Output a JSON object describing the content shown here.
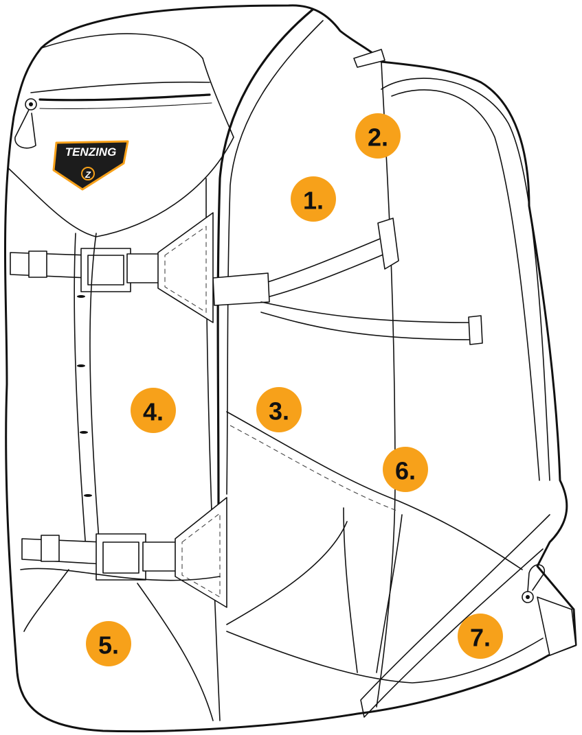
{
  "brand": {
    "logo_text": "TENZING",
    "logo_mark": "Z",
    "logo_fill": "#1c1c1c",
    "logo_border": "#f7a11a"
  },
  "markers": {
    "color": "#f7a11a",
    "text_color": "#111111",
    "items": [
      {
        "id": "1",
        "label": "1."
      },
      {
        "id": "2",
        "label": "2."
      },
      {
        "id": "3",
        "label": "3."
      },
      {
        "id": "4",
        "label": "4."
      },
      {
        "id": "5",
        "label": "5."
      },
      {
        "id": "6",
        "label": "6."
      },
      {
        "id": "7",
        "label": "7."
      }
    ]
  }
}
